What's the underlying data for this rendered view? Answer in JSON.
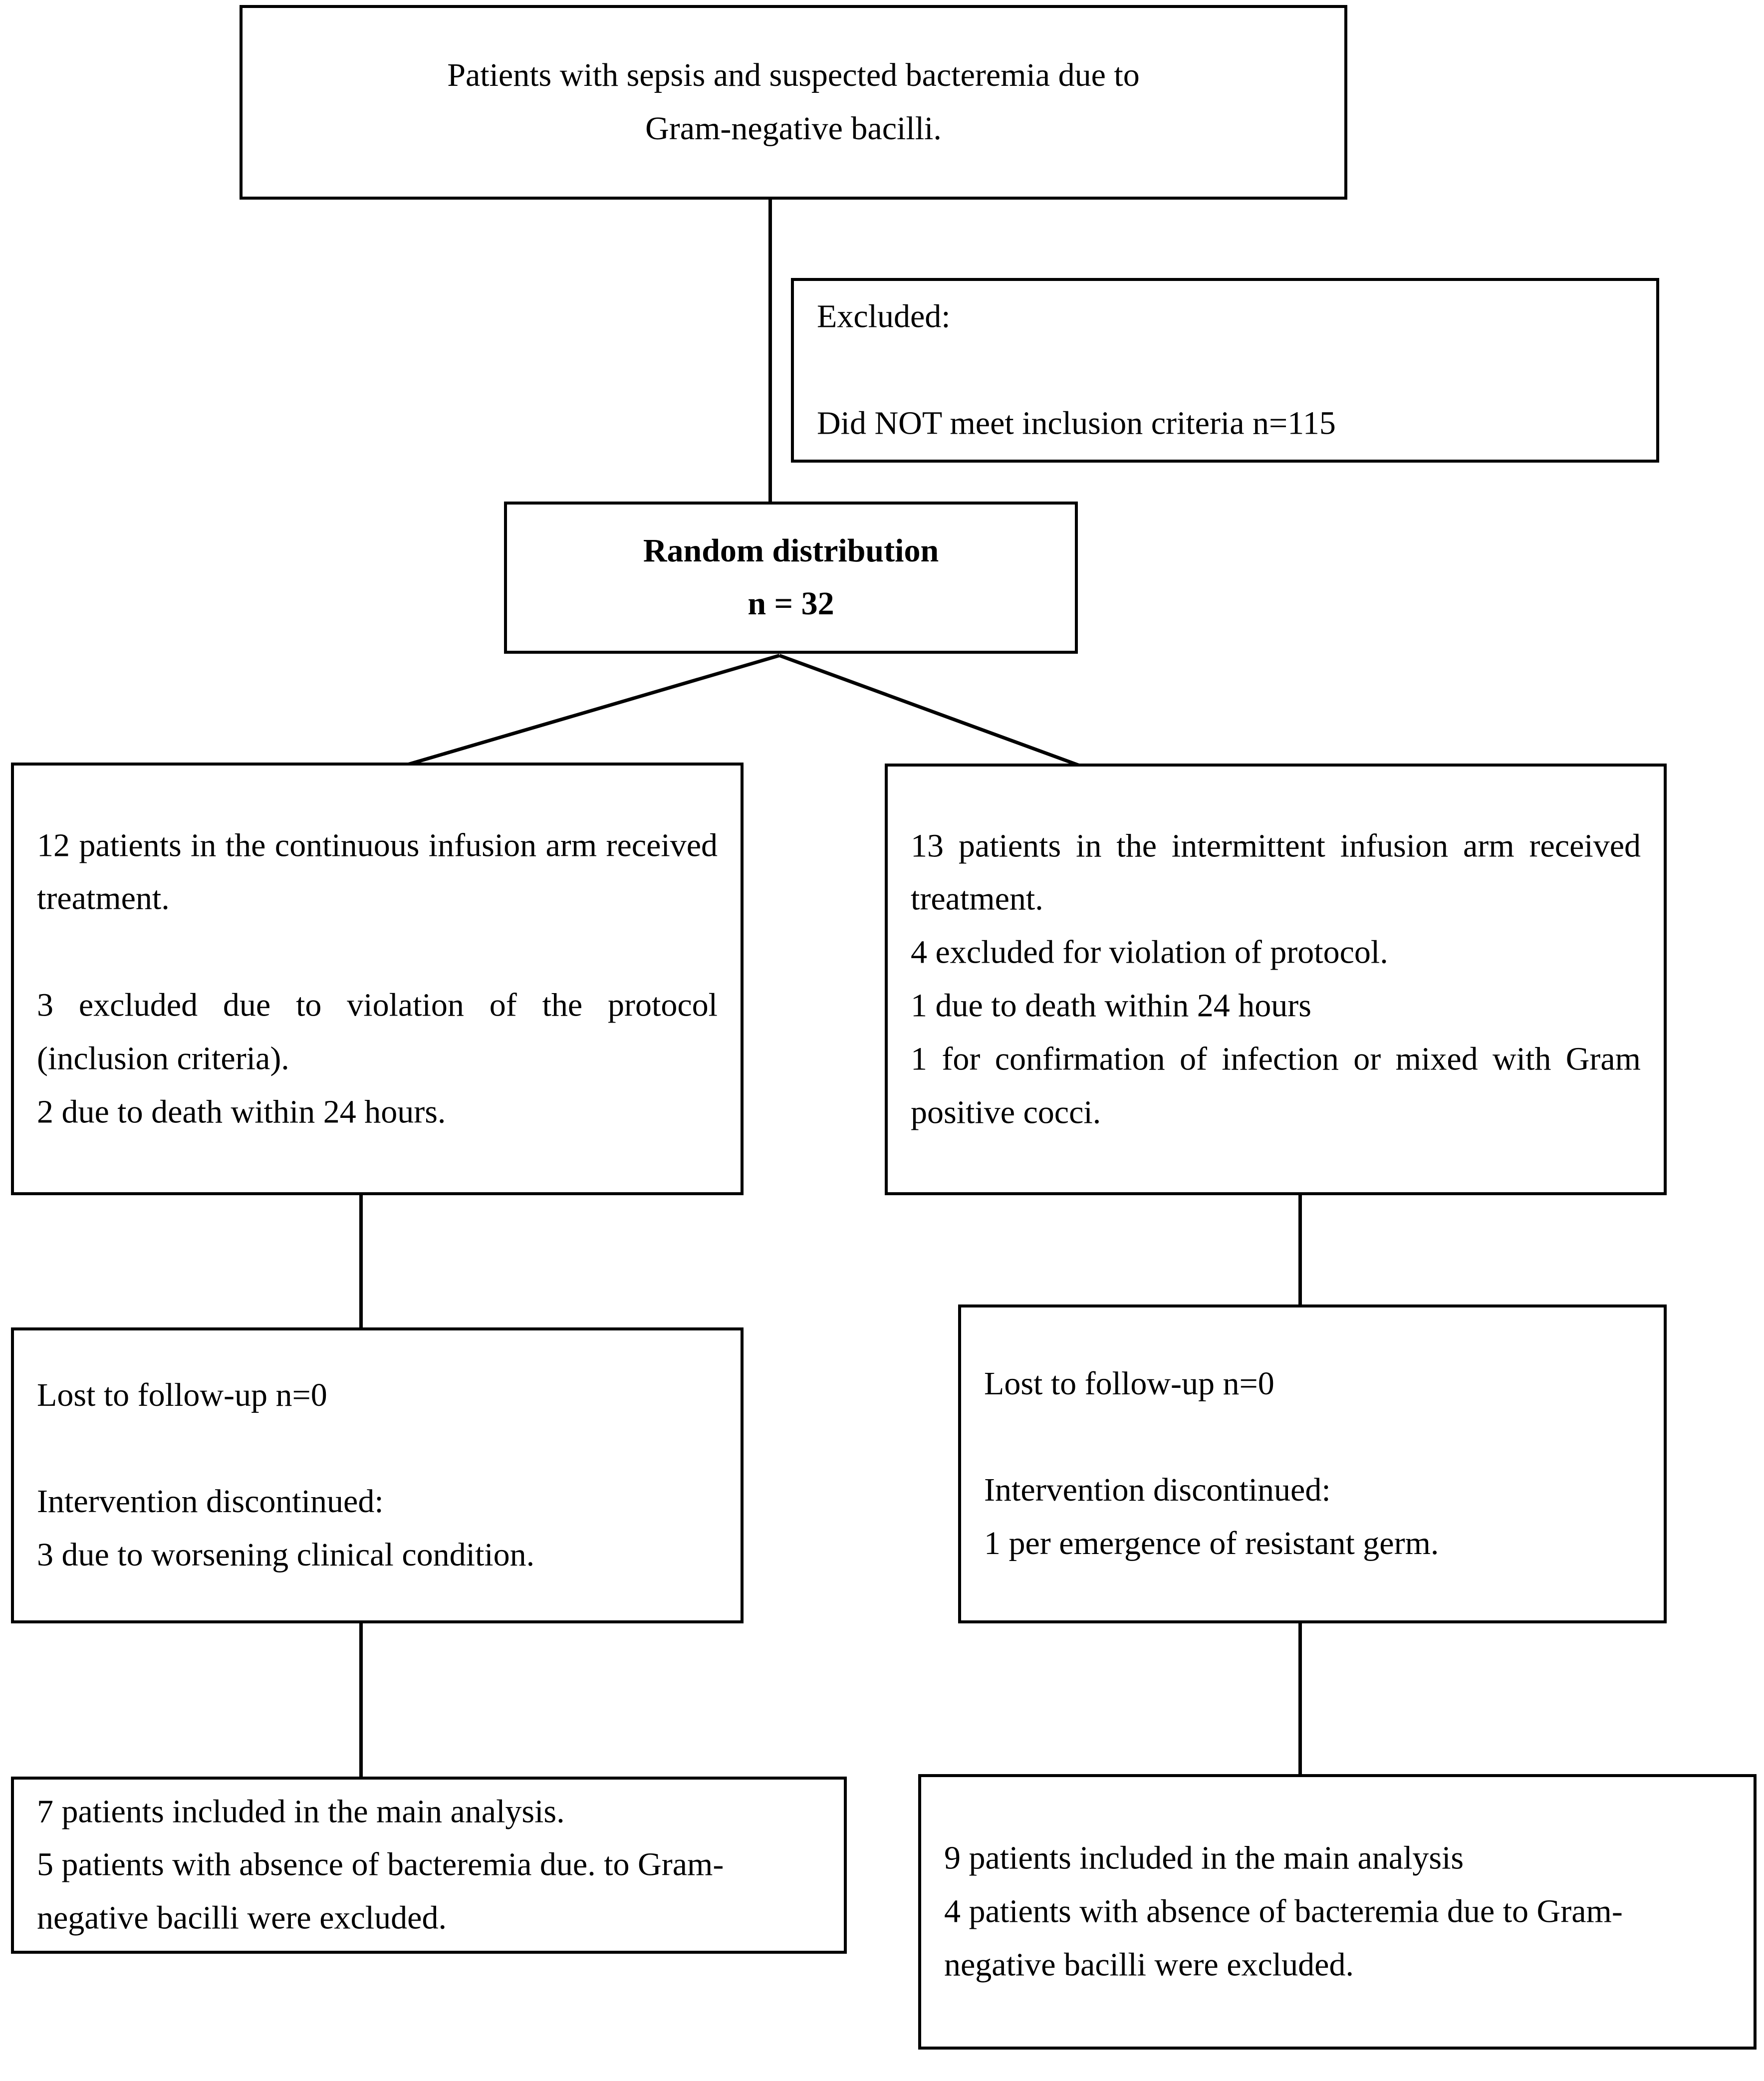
{
  "diagram": {
    "title": "CONSORT patient flow diagram",
    "ink_color": "#000000",
    "background_color": "#ffffff"
  },
  "nodes": {
    "enrollment": {
      "line1": "Patients with sepsis and suspected bacteremia due to",
      "line2": "Gram-negative bacilli."
    },
    "excluded": {
      "line1": "Excluded:",
      "line2": "Did NOT meet inclusion criteria n=115"
    },
    "randomization": {
      "line1": "Random distribution",
      "line2": "n = 32"
    },
    "continuous_arm": {
      "line1": "12 patients in the continuous infusion arm received treatment.",
      "line2": "3 excluded due to violation of the protocol (inclusion criteria).",
      "line3": "2 due to death within 24 hours."
    },
    "intermittent_arm": {
      "line1": "13 patients in the intermittent infusion arm received treatment.",
      "line2": "4 excluded for violation of protocol.",
      "line3": "1 due to death within 24 hours",
      "line4": "1 for confirmation of infection or mixed with Gram positive cocci."
    },
    "continuous_followup": {
      "line1": "Lost to follow-up n=0",
      "line2": "Intervention discontinued:",
      "line3": "3 due to worsening clinical condition."
    },
    "intermittent_followup": {
      "line1": "Lost to follow-up n=0",
      "line2": "Intervention discontinued:",
      "line3": "1 per emergence of resistant germ."
    },
    "continuous_analysis": {
      "line1": "7 patients included in the main analysis.",
      "line2": "5 patients with absence of bacteremia due. to Gram-negative bacilli were excluded."
    },
    "intermittent_analysis": {
      "line1": "9 patients included in the main analysis",
      "line2": "4 patients with absence of bacteremia due to Gram-negative bacilli were excluded."
    }
  },
  "flow_data": {
    "type": "flowchart",
    "counts": {
      "did_not_meet_inclusion_criteria": 115,
      "randomized": 32,
      "continuous_infusion_treated": 12,
      "continuous_excluded_protocol_violation": 3,
      "continuous_excluded_death_24h": 2,
      "intermittent_infusion_treated": 13,
      "intermittent_excluded_protocol_violation": 4,
      "intermittent_excluded_death_24h": 1,
      "intermittent_excluded_mixed_gram_positive": 1,
      "continuous_lost_to_followup": 0,
      "continuous_discontinued_worsening": 3,
      "intermittent_lost_to_followup": 0,
      "intermittent_discontinued_resistant_germ": 1,
      "continuous_analyzed": 7,
      "continuous_excluded_no_bacteremia": 5,
      "intermittent_analyzed": 9,
      "intermittent_excluded_no_bacteremia": 4
    }
  }
}
